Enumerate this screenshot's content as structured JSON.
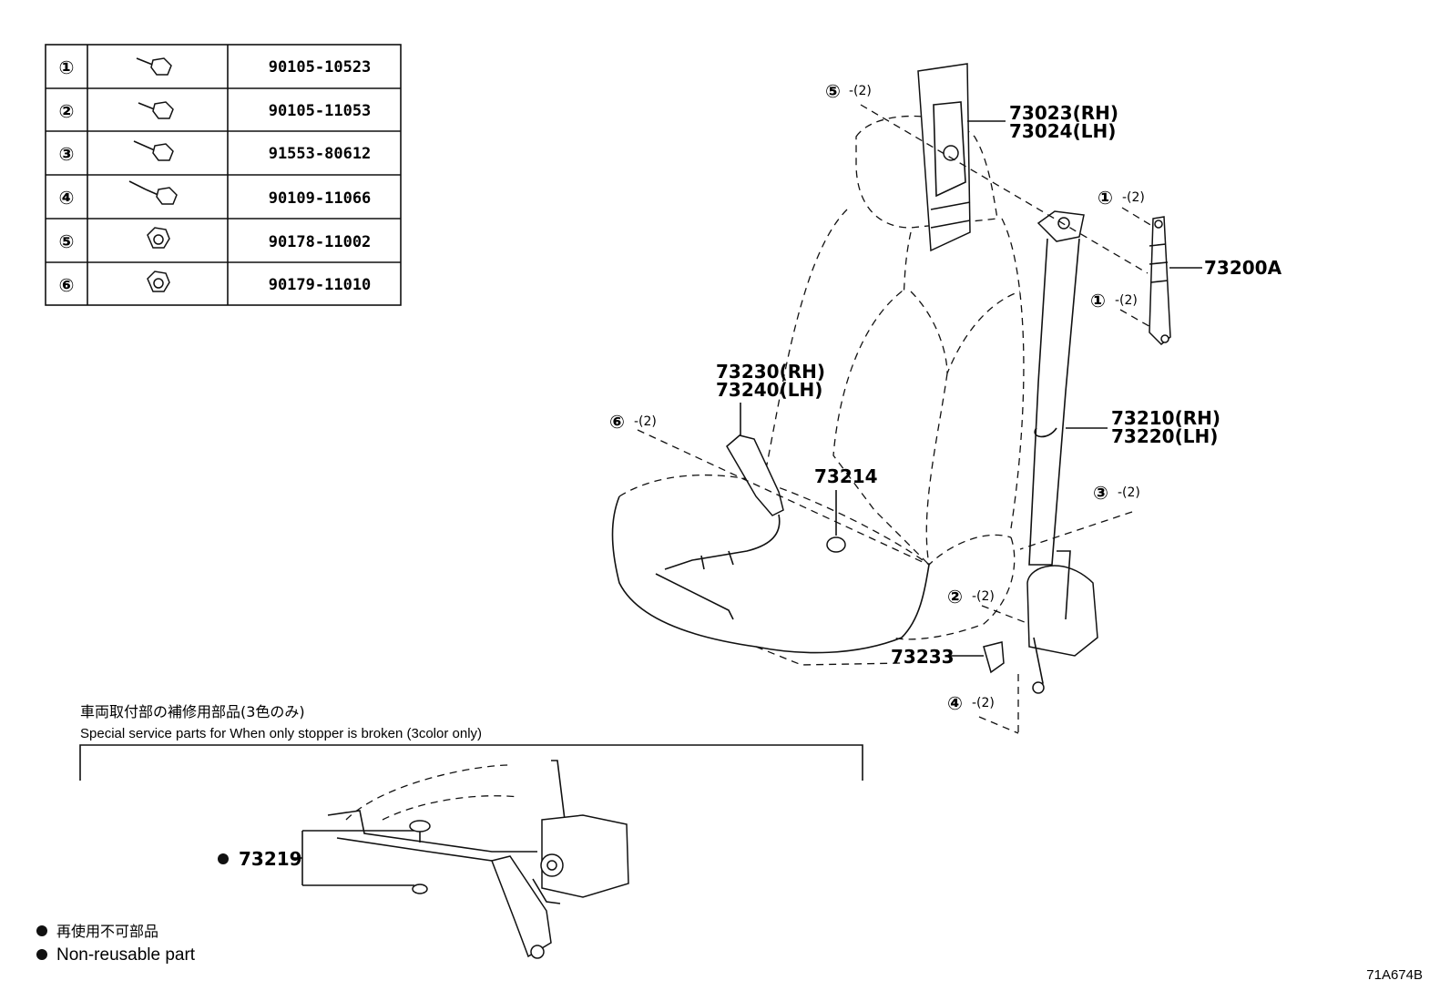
{
  "parts_table": [
    {
      "mark": "①",
      "part_number": "90105-10523",
      "icon": "bolt-icon"
    },
    {
      "mark": "②",
      "part_number": "90105-11053",
      "icon": "bolt-icon"
    },
    {
      "mark": "③",
      "part_number": "91553-80612",
      "icon": "bolt-icon"
    },
    {
      "mark": "④",
      "part_number": "90109-11066",
      "icon": "shoulder-bolt-icon"
    },
    {
      "mark": "⑤",
      "part_number": "90178-11002",
      "icon": "nut-icon"
    },
    {
      "mark": "⑥",
      "part_number": "90179-11010",
      "icon": "nut-icon"
    }
  ],
  "labels": {
    "cover_rh": "73023(RH)",
    "cover_lh": "73024(LH)",
    "adjuster": "73200A",
    "buckle_rh": "73230(RH)",
    "buckle_lh": "73240(LH)",
    "grommet": "73214",
    "belt_rh": "73210(RH)",
    "belt_lh": "73220(LH)",
    "stopper_cover": "73233",
    "special_part": "73219"
  },
  "callouts": {
    "c5": "⑤",
    "c5_qty": "-(2)",
    "c1a": "①",
    "c1a_qty": "-(2)",
    "c1b": "①",
    "c1b_qty": "-(2)",
    "c6": "⑥",
    "c6_qty": "-(2)",
    "c3": "③",
    "c3_qty": "-(2)",
    "c2": "②",
    "c2_qty": "-(2)",
    "c4": "④",
    "c4_qty": "-(2)"
  },
  "special_section": {
    "title_ja": "車両取付部の補修用部品(3色のみ)",
    "title_en": "Special service parts for When only stopper is broken (3color only)"
  },
  "legend": {
    "ja": "再使用不可部品",
    "en": "Non-reusable part"
  },
  "diagram_code": "71A674B"
}
